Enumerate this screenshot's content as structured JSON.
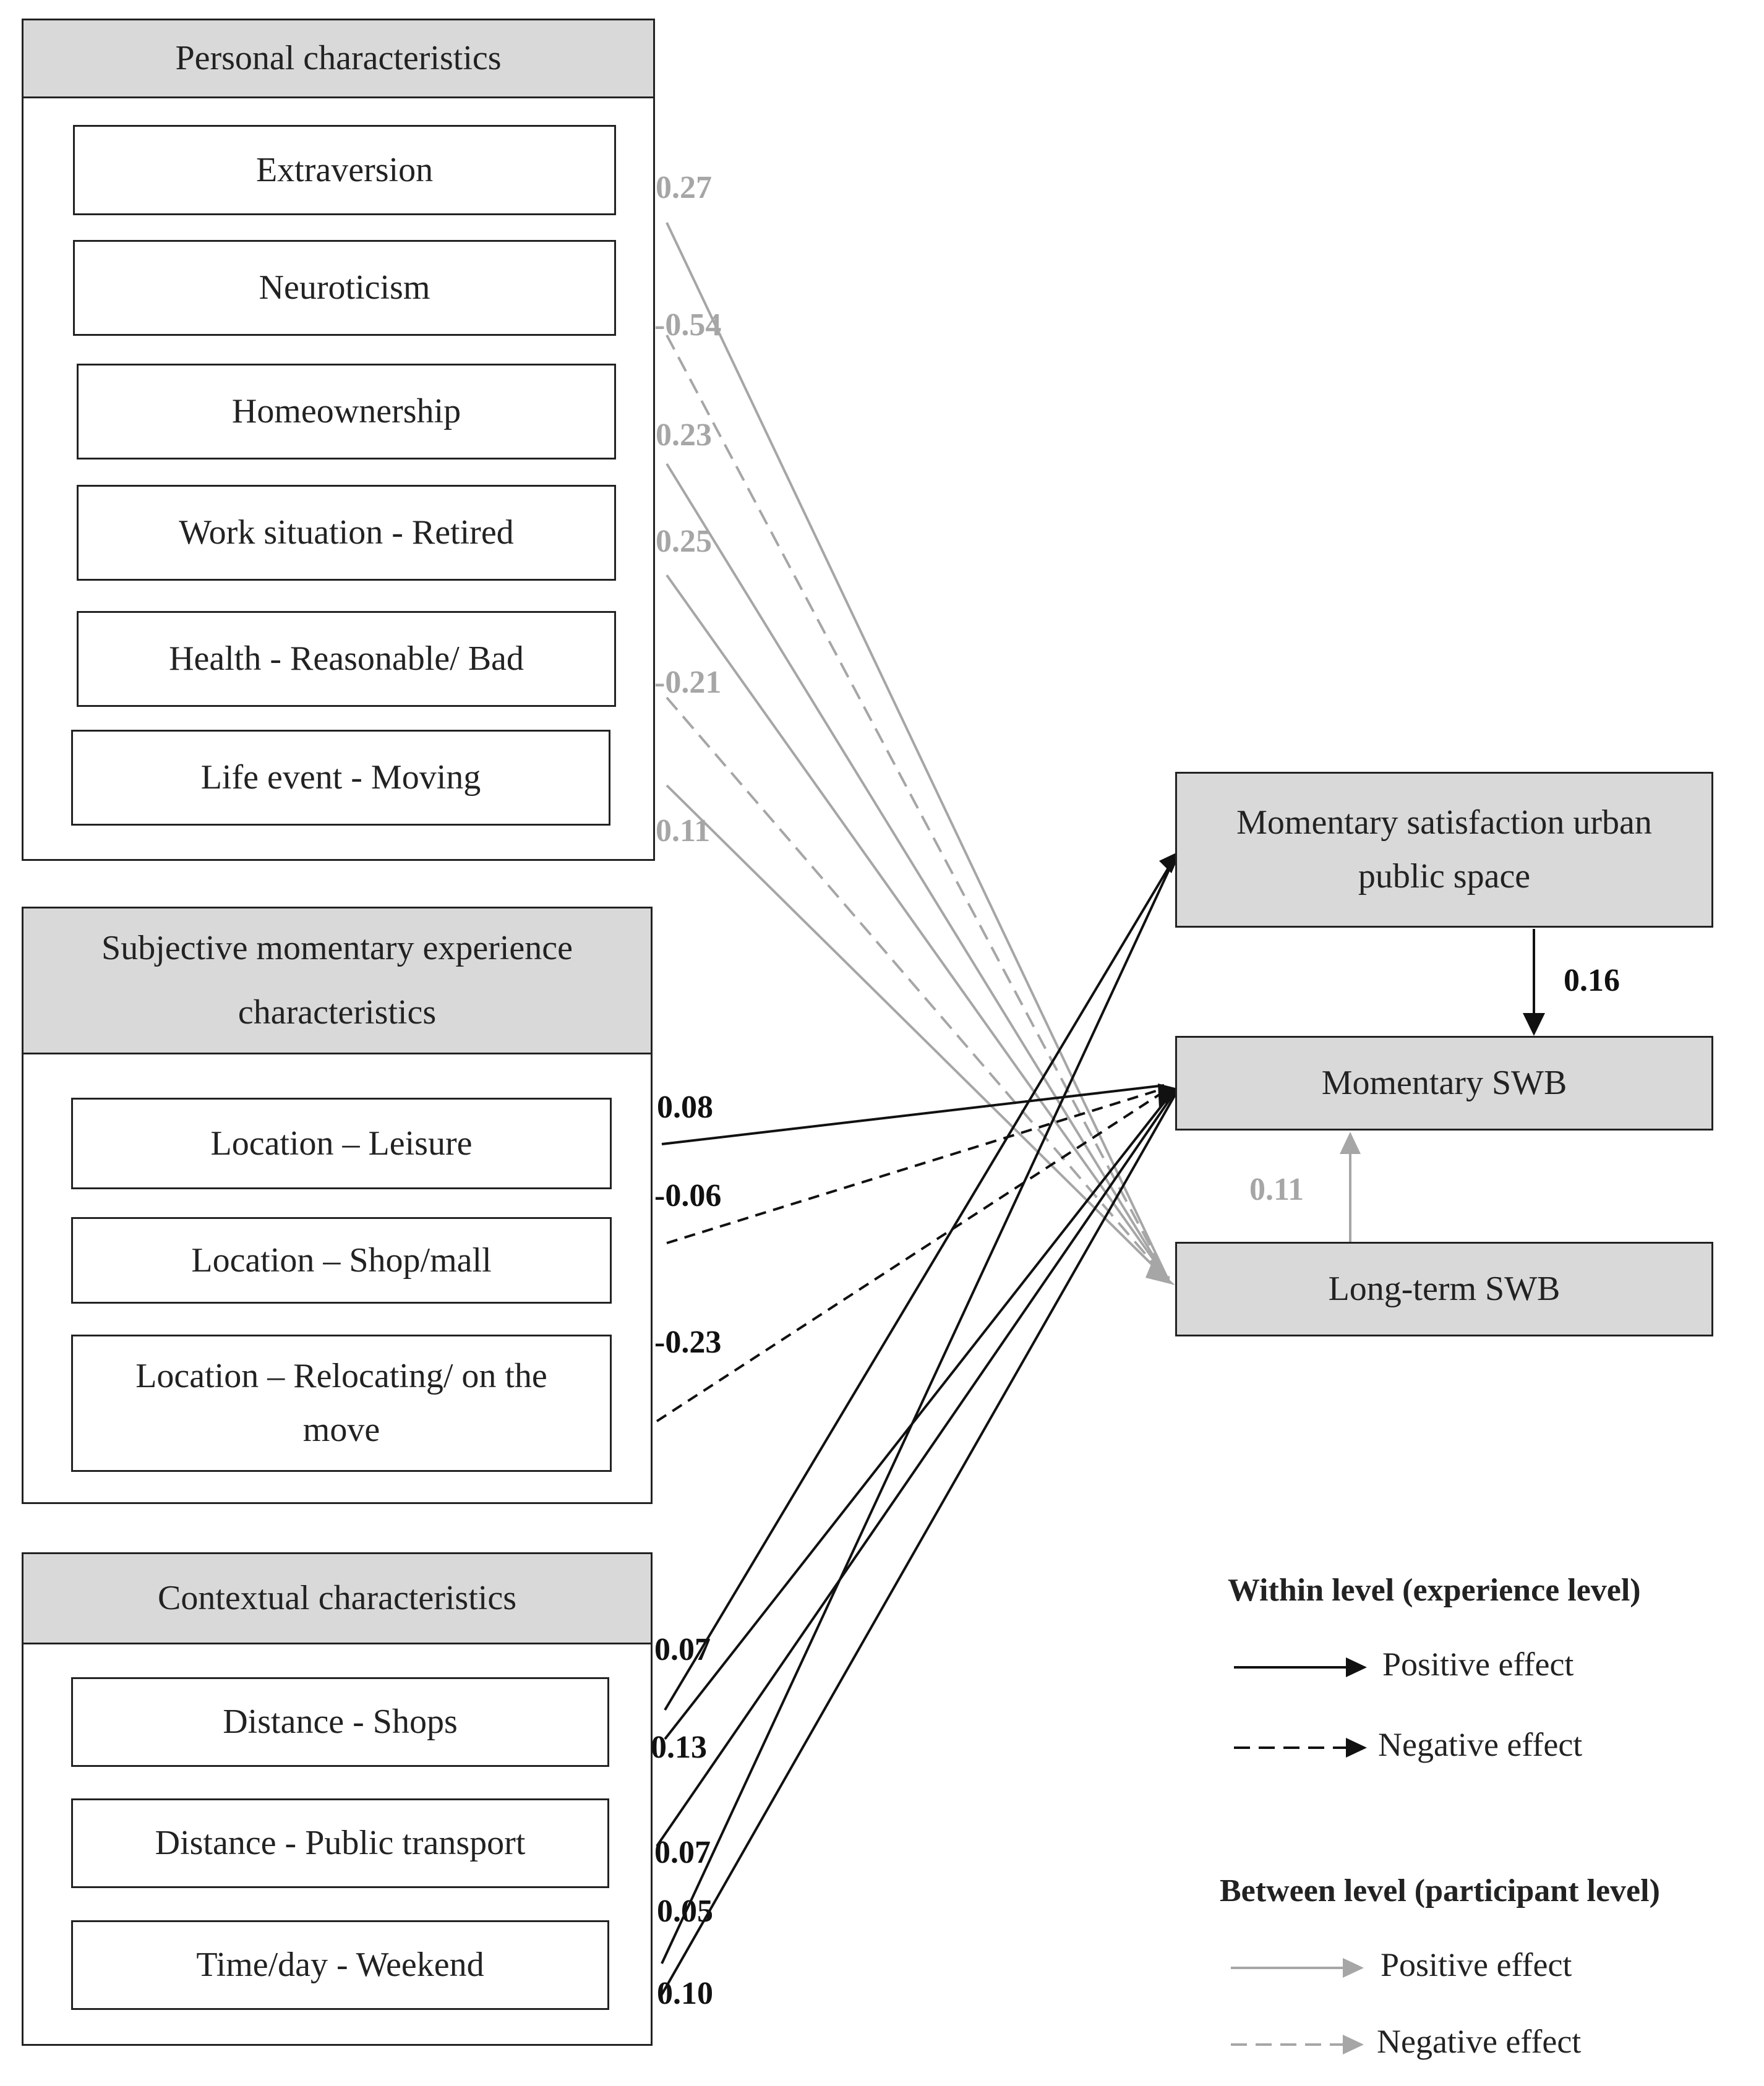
{
  "groups": {
    "personal": {
      "title": "Personal characteristics",
      "items": [
        "Extraversion",
        "Neuroticism",
        "Homeownership",
        "Work situation - Retired",
        "Health - Reasonable/ Bad",
        "Life event - Moving"
      ]
    },
    "subjective": {
      "title": "Subjective momentary experience characteristics",
      "items": [
        "Location – Leisure",
        "Location – Shop/mall",
        "Location – Relocating/ on the move"
      ]
    },
    "contextual": {
      "title": "Contextual characteristics",
      "items": [
        "Distance - Shops",
        "Distance - Public transport",
        "Time/day - Weekend"
      ]
    }
  },
  "outcomes": {
    "satisfaction": "Momentary satisfaction urban public space",
    "momentary_swb": "Momentary SWB",
    "longterm_swb": "Long-term SWB"
  },
  "path_labels": {
    "between": [
      "0.27",
      "-0.54",
      "0.23",
      "0.25",
      "-0.21",
      "0.11"
    ],
    "within_subjective": [
      "0.08",
      "-0.06",
      "-0.23"
    ],
    "within_contextual": [
      "0.07",
      "0.13",
      "0.07",
      "0.05",
      "0.10"
    ],
    "sat_to_momentary": "0.16",
    "longterm_to_momentary": "0.11"
  },
  "legend": {
    "within_title": "Within level (experience level)",
    "between_title": "Between level (participant level)",
    "positive": "Positive effect",
    "negative": "Negative effect"
  },
  "colors": {
    "within": "#111111",
    "between": "#a6a6a6",
    "header_fill": "#d9d9d9"
  }
}
